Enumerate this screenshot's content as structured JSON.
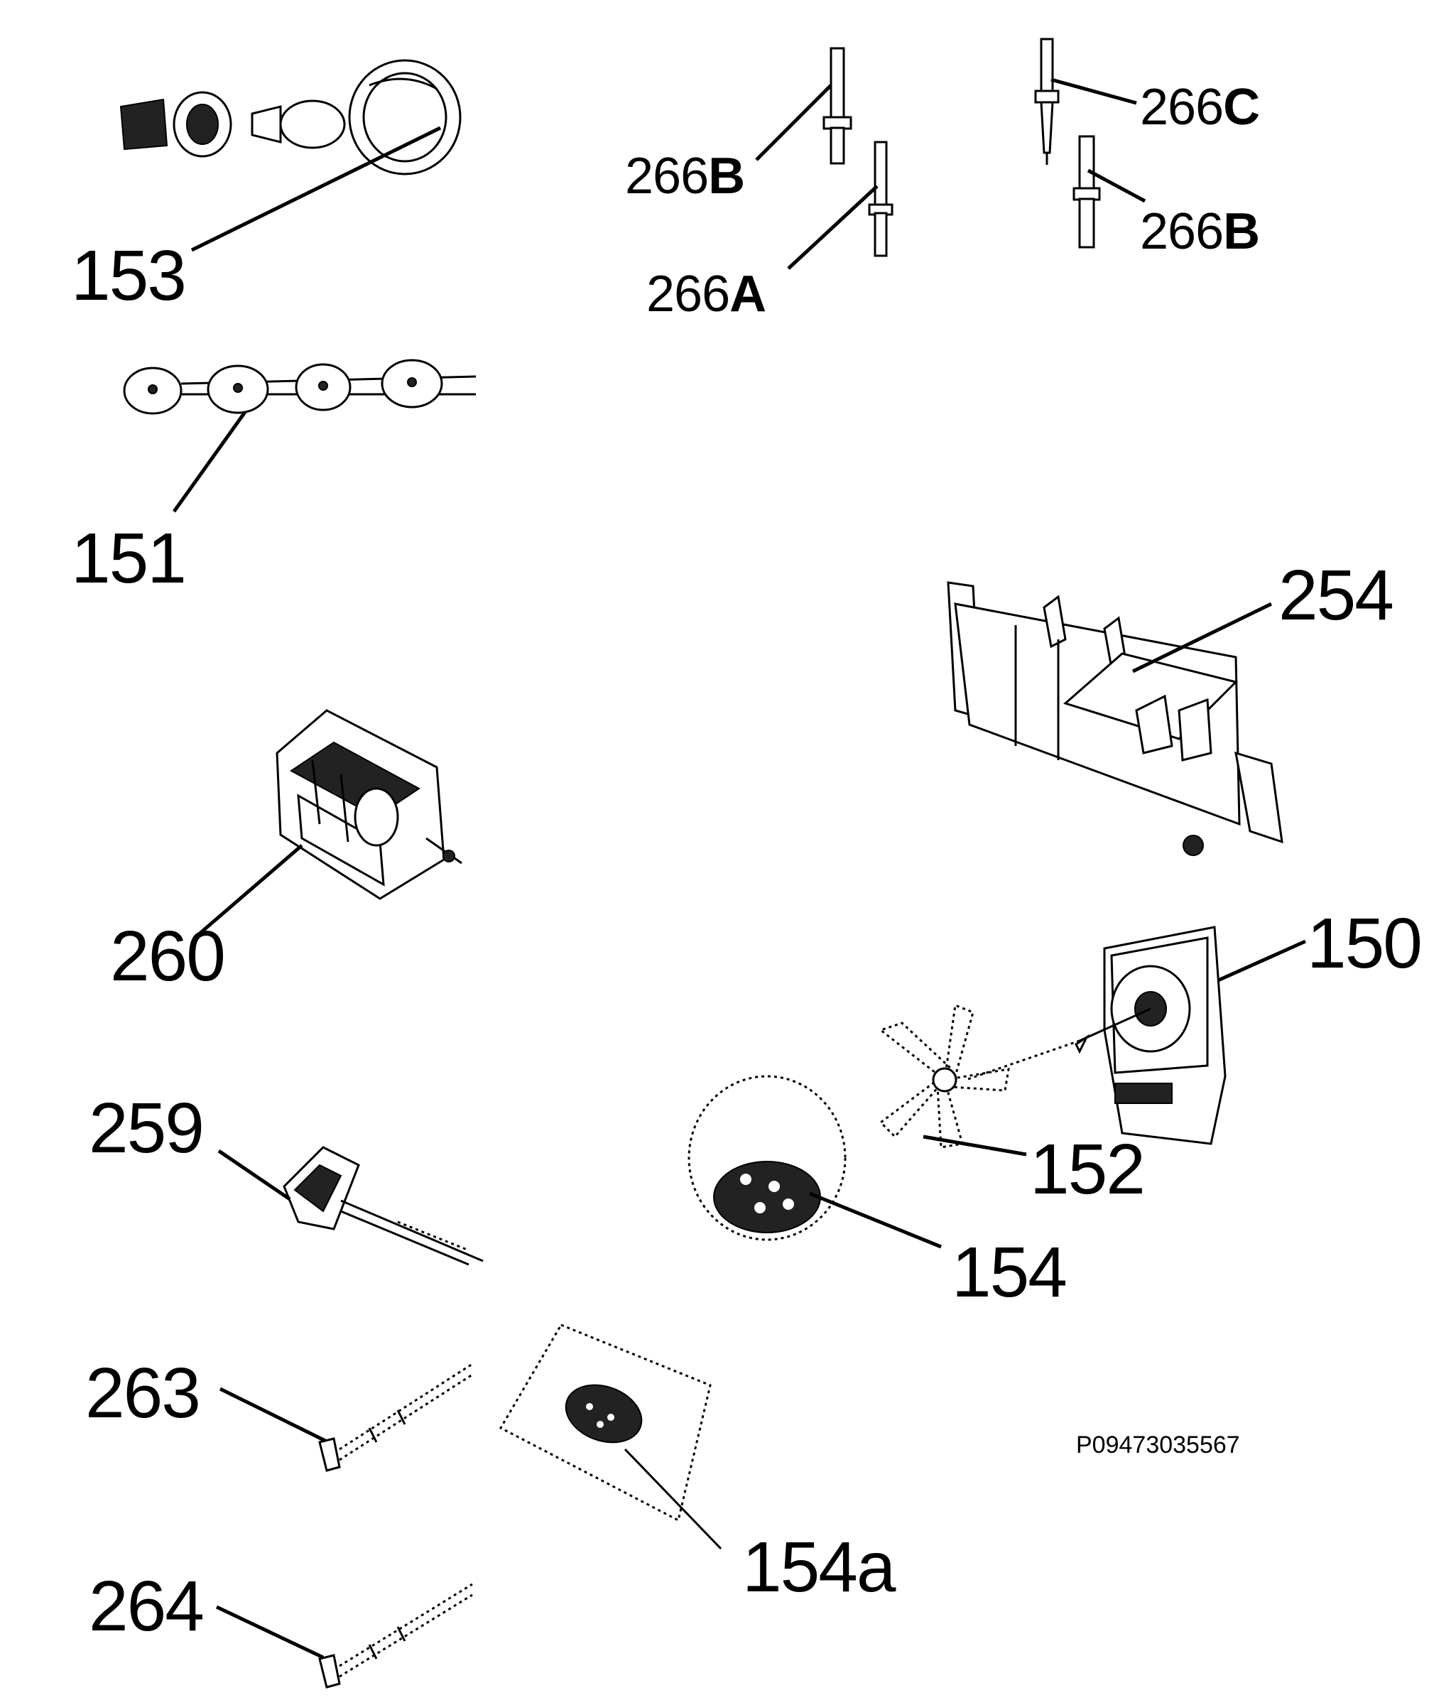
{
  "callouts": {
    "p153": "153",
    "p151": "151",
    "p260": "260",
    "p259": "259",
    "p263": "263",
    "p264": "264",
    "p266b_left": {
      "num": "266",
      "suffix": "B"
    },
    "p266a": {
      "num": "266",
      "suffix": "A"
    },
    "p266c": {
      "num": "266",
      "suffix": "C"
    },
    "p266b_right": {
      "num": "266",
      "suffix": "B"
    },
    "p254": "254",
    "p150": "150",
    "p152": "152",
    "p154": "154",
    "p154a": "154a"
  },
  "reference_code": "P09473035567"
}
